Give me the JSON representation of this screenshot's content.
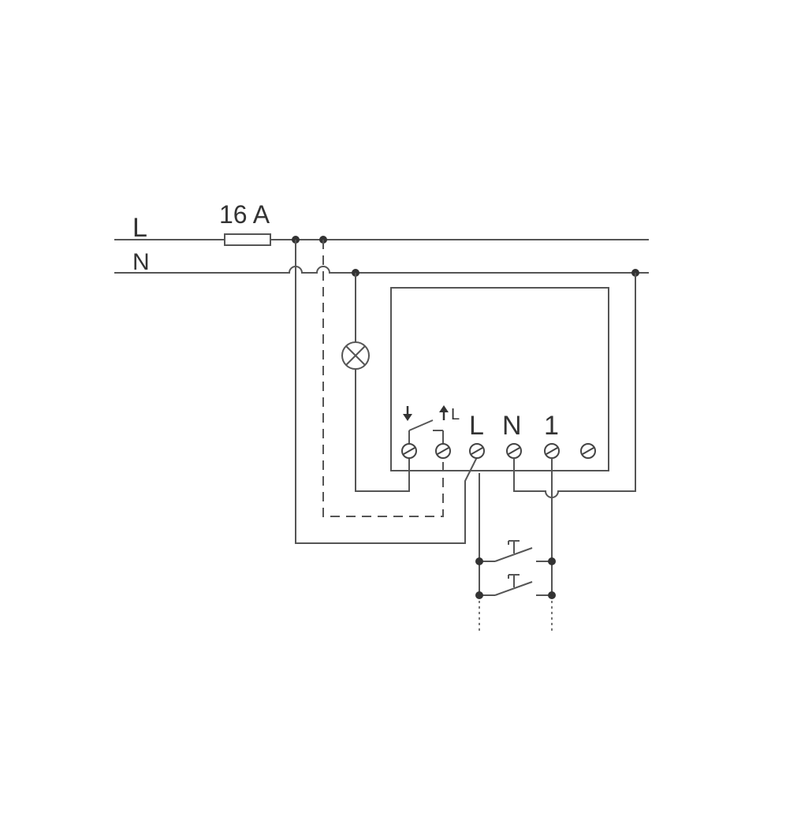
{
  "diagram": {
    "supply": {
      "line_label": "L",
      "neutral_label": "N"
    },
    "fuse": {
      "label": "16 A"
    },
    "device": {
      "arrow_down_label": "",
      "arrow_up_label": "L",
      "terminal_labels": [
        "L",
        "N",
        "1"
      ]
    },
    "colors": {
      "wire": "#555555",
      "text": "#333333",
      "background": "#ffffff"
    }
  }
}
